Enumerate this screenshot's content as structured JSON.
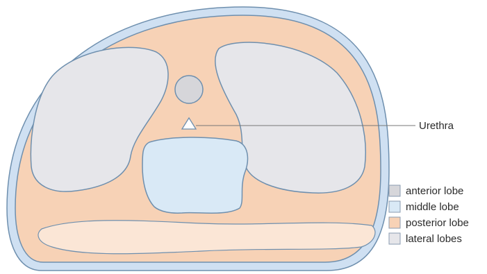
{
  "colors": {
    "capsule": "#cfe0f2",
    "outline": "#6e8fae",
    "posterior": "#f7d2b6",
    "anterior": "#d6d6da",
    "middle": "#d9e9f6",
    "lateral": "#e6e6ea",
    "ejaculatory_band": "#fbe6d6",
    "leader_line": "#777777",
    "urethra_fill": "#ffffff",
    "legend_border": "#8a9bb0"
  },
  "annotation": {
    "urethra_label": "Urethra"
  },
  "legend": [
    {
      "key": "anterior",
      "label": "anterior lobe",
      "color": "#d6d6da"
    },
    {
      "key": "middle",
      "label": "middle lobe",
      "color": "#d9e9f6"
    },
    {
      "key": "posterior",
      "label": "posterior lobe",
      "color": "#f7d2b6"
    },
    {
      "key": "lateral",
      "label": "lateral lobes",
      "color": "#e6e6ea"
    }
  ]
}
